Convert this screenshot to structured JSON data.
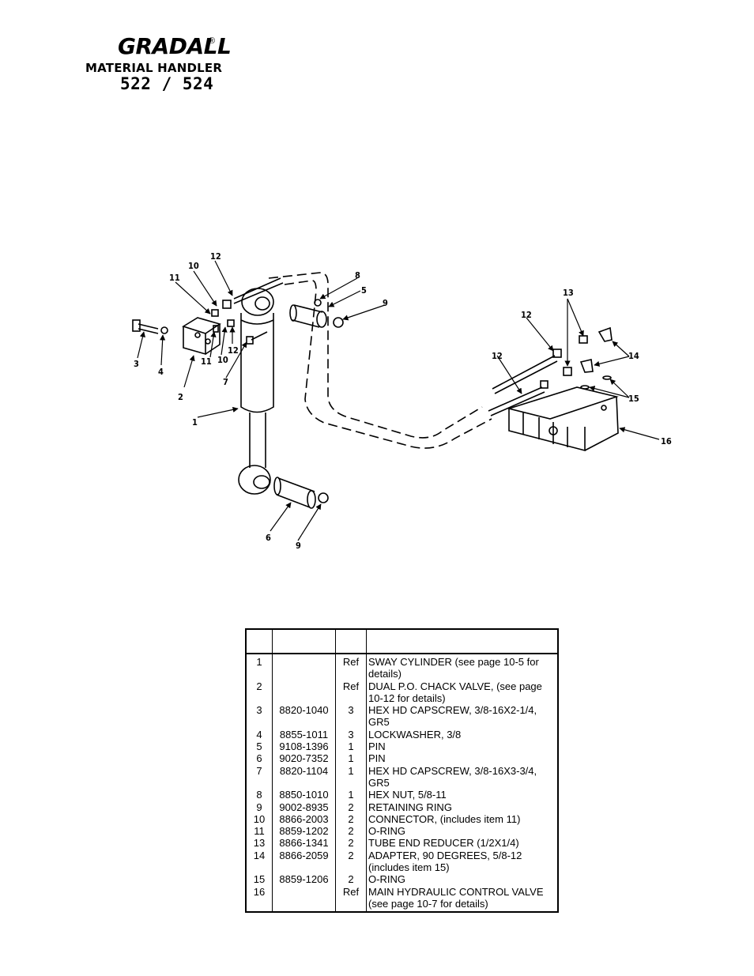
{
  "header": {
    "brand": "GRADALL",
    "registered": "®",
    "model_line": "MATERIAL HANDLER",
    "model_number": "522 / 524"
  },
  "diagram": {
    "callouts": [
      "1",
      "2",
      "3",
      "4",
      "5",
      "6",
      "7",
      "8",
      "9",
      "9",
      "10",
      "10",
      "11",
      "11",
      "12",
      "12",
      "12",
      "12",
      "13",
      "14",
      "15",
      "16"
    ]
  },
  "parts_table": {
    "headers": [
      "",
      "",
      "",
      ""
    ],
    "rows": [
      {
        "item": "1",
        "part": "",
        "qty": "Ref",
        "desc": "SWAY CYLINDER (see page 10-5 for details)"
      },
      {
        "item": "2",
        "part": "",
        "qty": "Ref",
        "desc": "DUAL P.O. CHACK VALVE, (see page 10-12 for details)"
      },
      {
        "item": "3",
        "part": "8820-1040",
        "qty": "3",
        "desc": "HEX HD CAPSCREW, 3/8-16X2-1/4, GR5"
      },
      {
        "item": "4",
        "part": "8855-1011",
        "qty": "3",
        "desc": "LOCKWASHER, 3/8"
      },
      {
        "item": "5",
        "part": "9108-1396",
        "qty": "1",
        "desc": "PIN"
      },
      {
        "item": "6",
        "part": "9020-7352",
        "qty": "1",
        "desc": "PIN"
      },
      {
        "item": "7",
        "part": "8820-1104",
        "qty": "1",
        "desc": "HEX HD CAPSCREW, 3/8-16X3-3/4, GR5"
      },
      {
        "item": "8",
        "part": "8850-1010",
        "qty": "1",
        "desc": "HEX NUT, 5/8-11"
      },
      {
        "item": "9",
        "part": "9002-8935",
        "qty": "2",
        "desc": "RETAINING RING"
      },
      {
        "item": "10",
        "part": "8866-2003",
        "qty": "2",
        "desc": "CONNECTOR, (includes item 11)"
      },
      {
        "item": "11",
        "part": "8859-1202",
        "qty": "2",
        "desc": "O-RING"
      },
      {
        "item": "13",
        "part": "8866-1341",
        "qty": "2",
        "desc": "TUBE END REDUCER (1/2X1/4)"
      },
      {
        "item": "14",
        "part": "8866-2059",
        "qty": "2",
        "desc": "ADAPTER, 90 DEGREES, 5/8-12 (includes item 15)"
      },
      {
        "item": "15",
        "part": "8859-1206",
        "qty": "2",
        "desc": "O-RING"
      },
      {
        "item": "16",
        "part": "",
        "qty": "Ref",
        "desc": "MAIN HYDRAULIC CONTROL VALVE (see page 10-7 for details)"
      }
    ]
  }
}
